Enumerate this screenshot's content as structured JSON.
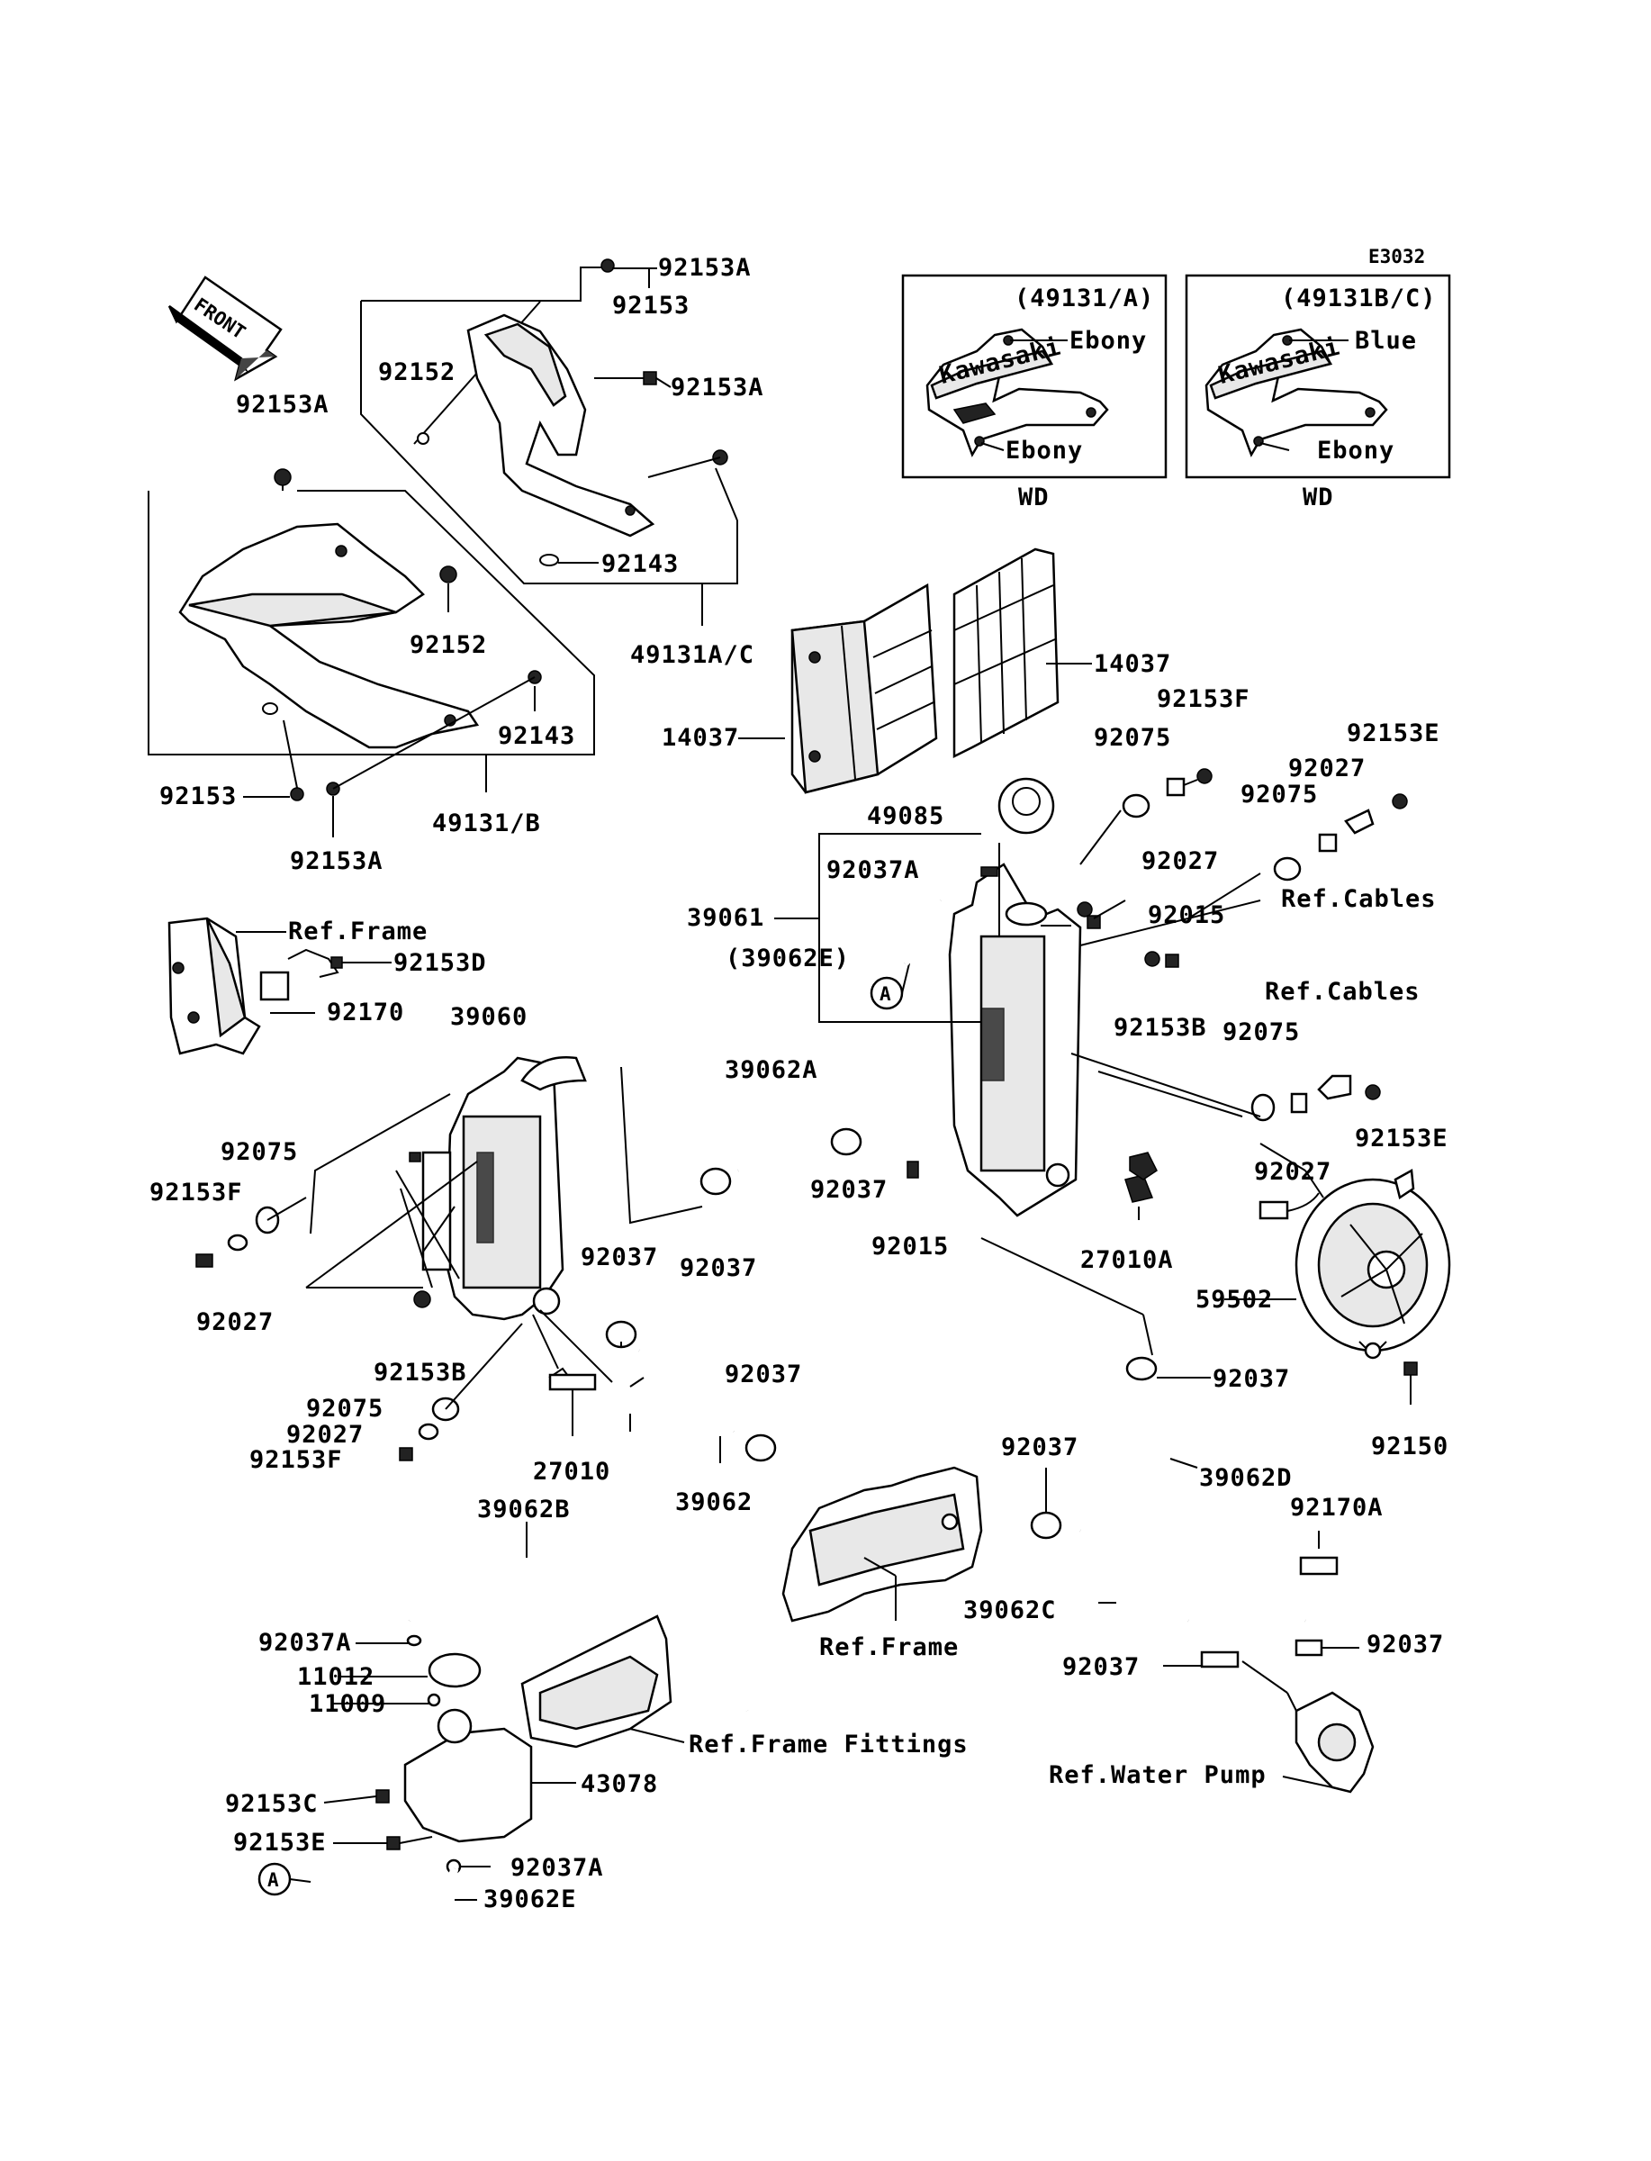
{
  "diagram_code": "E3032",
  "front_label": "FRONT",
  "callout_A": "A",
  "inset_left": {
    "title": "(49131/A)",
    "color_top": "Ebony",
    "color_bottom": "Ebony",
    "note": "WD",
    "brand": "Kawasaki"
  },
  "inset_right": {
    "title": "(49131B/C)",
    "color_top": "Blue",
    "color_bottom": "Ebony",
    "note": "WD",
    "brand": "Kawasaki"
  },
  "labels": {
    "p92153A_top": "92153A",
    "p92153_top": "92153",
    "p92152_top": "92152",
    "p92153A_top2": "92153A",
    "p92143_top": "92143",
    "p49131AC": "49131A/C",
    "p92153A_left": "92153A",
    "p92152_left": "92152",
    "p92143_left": "92143",
    "p92153_left": "92153",
    "p92153A_bot": "92153A",
    "p49131B": "49131/B",
    "p14037_right": "14037",
    "p14037_left": "14037",
    "p92153F_top": "92153F",
    "p92075_top": "92075",
    "p92153E_top": "92153E",
    "p92027_top": "92027",
    "p92075_top2": "92075",
    "p92027_mid": "92027",
    "refCables_top": "Ref.Cables",
    "p49085": "49085",
    "p92037A_top": "92037A",
    "p39061": "39061",
    "p39062E_paren": "(39062E)",
    "p92015_top": "92015",
    "p92153B_top": "92153B",
    "refCables_mid": "Ref.Cables",
    "p92075_mid": "92075",
    "p92153E_mid": "92153E",
    "p92027_right": "92027",
    "refFrame_top": "Ref.Frame",
    "p92153D": "92153D",
    "p92170": "92170",
    "p39060": "39060",
    "p39062A": "39062A",
    "p92075_left": "92075",
    "p92153F_left": "92153F",
    "p92027_left": "92027",
    "p92037_a": "92037",
    "p92015_mid": "92015",
    "p27010A": "27010A",
    "p92037_b": "92037",
    "p92037_c": "92037",
    "p59502": "59502",
    "p92153B_left": "92153B",
    "p92037_d": "92037",
    "p92037_e": "92037",
    "p92150": "92150",
    "p92075_bot": "92075",
    "p92027_bot": "92027",
    "p92153F_bot": "92153F",
    "p27010": "27010",
    "p39062": "39062",
    "p92037_f": "92037",
    "p39062D": "39062D",
    "p39062B": "39062B",
    "p92170A": "92170A",
    "p39062C": "39062C",
    "p92037A_left": "92037A",
    "p11012": "11012",
    "p11009": "11009",
    "refFrame_mid": "Ref.Frame",
    "p92037_g": "92037",
    "p92037_h": "92037",
    "refFrameFittings": "Ref.Frame Fittings",
    "p43078": "43078",
    "refWaterPump": "Ref.Water Pump",
    "p92153C": "92153C",
    "p92153E_bot": "92153E",
    "p92037A_bot": "92037A",
    "p39062E": "39062E"
  }
}
